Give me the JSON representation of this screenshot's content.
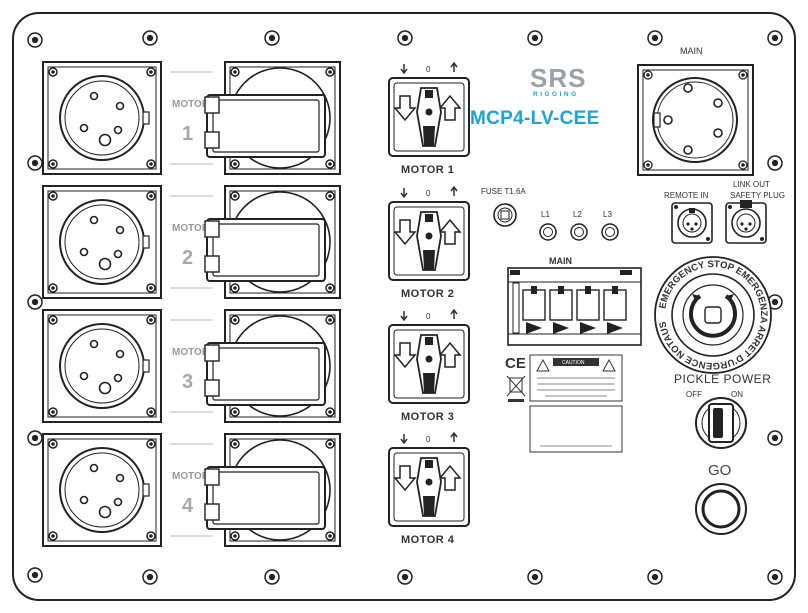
{
  "panel": {
    "brand_logo": "SRS",
    "brand_sub": "RIGGING",
    "model": "MCP4-LV-CEE",
    "main_label": "MAIN",
    "fuse_label": "FUSE T1.6A",
    "phase_labels": [
      "L1",
      "L2",
      "L3"
    ],
    "breaker_label": "MAIN",
    "remote_in_label": "REMOTE IN",
    "link_out_label": "LINK OUT\nSAFETY PLUG",
    "emergency_text": "EMERGENCY STOP  EMERGENZA  ARRET D'URGENCE  NOTAUS",
    "pickle_label": "PICKLE POWER",
    "pickle_off": "OFF",
    "pickle_on": "ON",
    "go_label": "GO",
    "ce_mark": "CE",
    "caution_label": "CAUTION"
  },
  "motors": [
    {
      "side_label": "MOTOR",
      "number": "1",
      "switch_label": "MOTOR 1",
      "switch_mid": "0"
    },
    {
      "side_label": "MOTOR",
      "number": "2",
      "switch_label": "MOTOR 2",
      "switch_mid": "0"
    },
    {
      "side_label": "MOTOR",
      "number": "3",
      "switch_label": "MOTOR 3",
      "switch_mid": "0"
    },
    {
      "side_label": "MOTOR",
      "number": "4",
      "switch_label": "MOTOR 4",
      "switch_mid": "0"
    }
  ],
  "colors": {
    "brand_blue": "#1da3d6",
    "line": "#222222",
    "logo_grey": "#9aa2a8"
  }
}
